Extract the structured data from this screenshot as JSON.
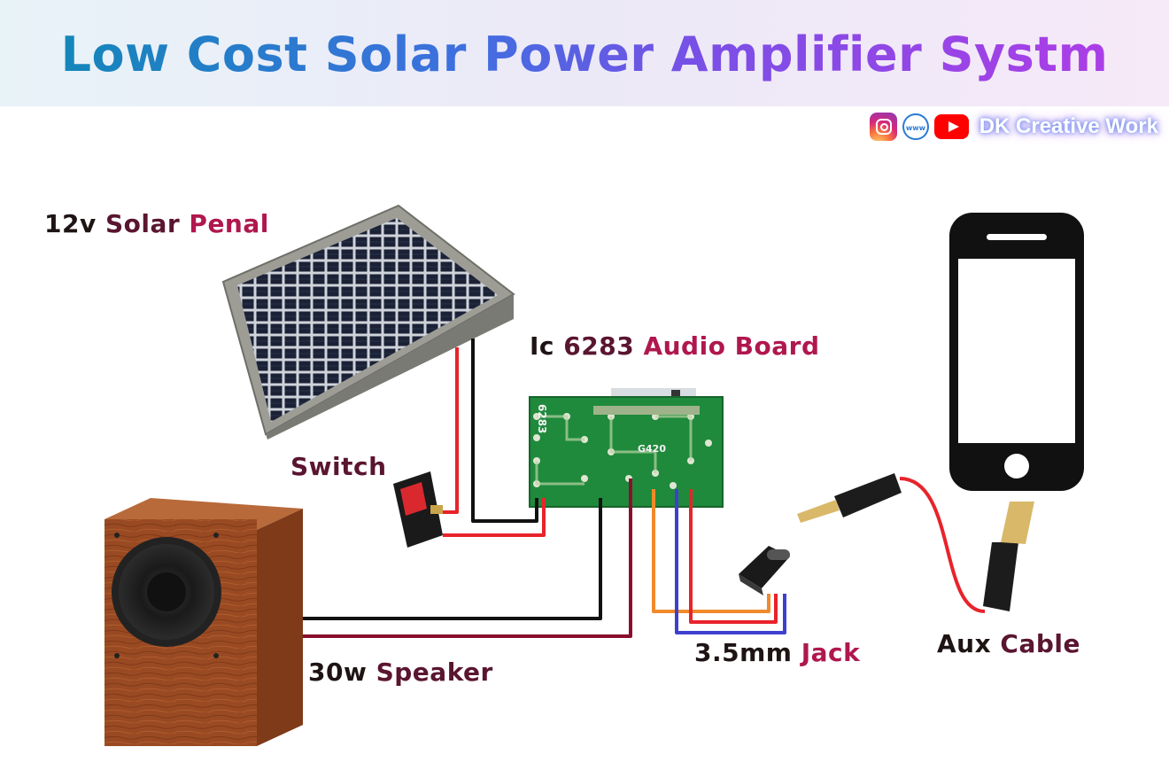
{
  "title": "Low Cost Solar Power Amplifier Systm",
  "brand": {
    "name": "DK Creative Work",
    "icons": [
      "instagram-icon",
      "website-globe-icon",
      "youtube-icon"
    ],
    "web_icon_text": "www"
  },
  "labels": {
    "solar": {
      "w1": "12v",
      "w2": "Solar",
      "w3": "Penal"
    },
    "board": {
      "w1": "Ic",
      "w2": "6283",
      "w3": "Audio Board"
    },
    "switch": {
      "w1": "Switch"
    },
    "speaker": {
      "w1": "30w",
      "w2": "Speaker"
    },
    "jack": {
      "w1": "3.5mm",
      "w2": "Jack"
    },
    "aux": {
      "w1": "Aux",
      "w2": "Cable"
    }
  },
  "board_markings": {
    "side": "6283",
    "chip": "G420"
  },
  "colors": {
    "wire_red": "#e8232a",
    "wire_black": "#111111",
    "wire_dark_red": "#8a0f2e",
    "wire_orange": "#f08a2a",
    "wire_blue": "#3f3fcf",
    "pcb_green": "#1f8a3c",
    "speaker_wood": "#9a4a22"
  }
}
